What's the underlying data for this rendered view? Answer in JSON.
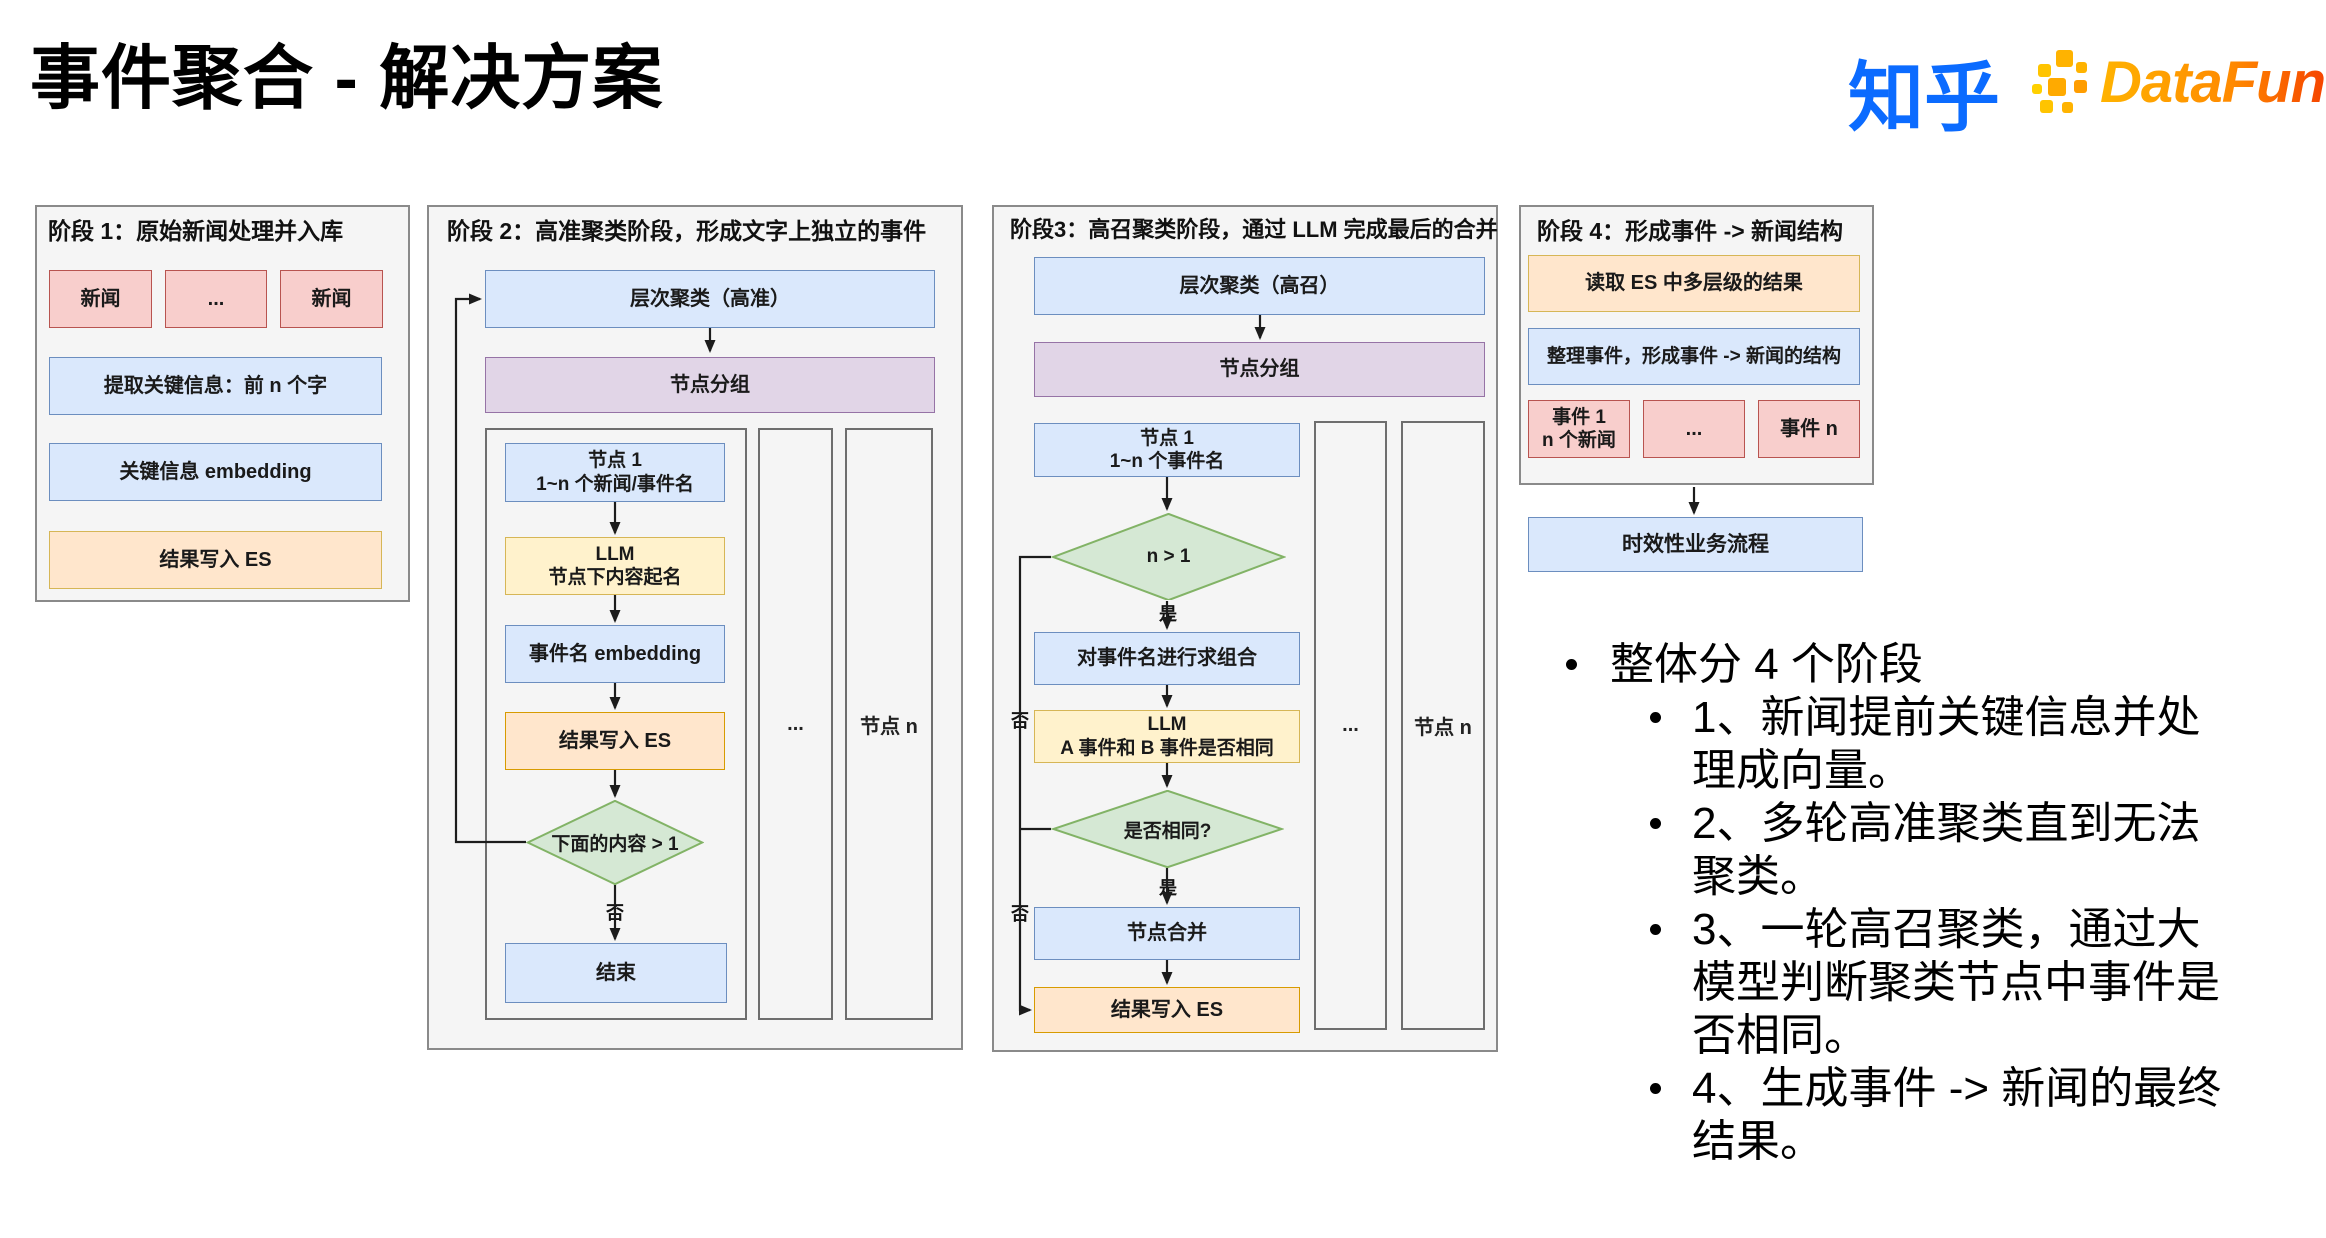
{
  "slide": {
    "title": "事件聚合 - 解决方案"
  },
  "logos": {
    "zhihu": "知乎",
    "datafun": "DataFun."
  },
  "palette": {
    "blue_fill": "#dae8fc",
    "blue_border": "#6c8ebf",
    "purple_fill": "#e1d5e7",
    "purple_border": "#9673a6",
    "green_fill": "#d5e8d4",
    "green_border": "#82b366",
    "yellow_fill": "#fff2cc",
    "yellow_border": "#d6b656",
    "orange_fill": "#ffe6cc",
    "orange_border": "#d79b00",
    "red_fill": "#f8cecc",
    "red_border": "#b85450",
    "panel_fill": "#f5f5f5",
    "zhihu_blue": "#0b6bff",
    "datafun_orange": "#ff9100"
  },
  "stage1": {
    "title": "阶段 1：原始新闻处理并入库",
    "news_a": "新闻",
    "dots": "...",
    "news_b": "新闻",
    "extract": "提取关键信息：前 n 个字",
    "embedding": "关键信息 embedding",
    "write_es": "结果写入 ES"
  },
  "stage2": {
    "title": "阶段 2：高准聚类阶段，形成文字上独立的事件",
    "cluster": "层次聚类（高准）",
    "grouping": "节点分组",
    "node1_line1": "节点 1",
    "node1_line2": "1~n 个新闻/事件名",
    "llm_line1": "LLM",
    "llm_line2": "节点下内容起名",
    "embedding": "事件名 embedding",
    "write_es": "结果写入 ES",
    "decision": "下面的内容 > 1",
    "label_no": "否",
    "end": "结束",
    "dots": "...",
    "node_n": "节点 n"
  },
  "stage3": {
    "title": "阶段3：高召聚类阶段，通过 LLM 完成最后的合并",
    "cluster": "层次聚类（高召）",
    "grouping": "节点分组",
    "node1_line1": "节点 1",
    "node1_line2": "1~n 个事件名",
    "decision1": "n > 1",
    "label_yes": "是",
    "label_no": "否",
    "combine": "对事件名进行求组合",
    "llm_line1": "LLM",
    "llm_line2": "A 事件和 B 事件是否相同",
    "decision2": "是否相同?",
    "merge": "节点合并",
    "write_es": "结果写入 ES",
    "dots": "...",
    "node_n": "节点 n"
  },
  "stage4": {
    "title": "阶段 4：形成事件 -> 新闻结构",
    "read_es": "读取 ES 中多层级的结果",
    "organize": "整理事件，形成事件 -> 新闻的结构",
    "event1_line1": "事件 1",
    "event1_line2": "n 个新闻",
    "dots": "...",
    "event_n": "事件 n",
    "downstream": "时效性业务流程"
  },
  "notes": {
    "heading": "整体分 4 个阶段",
    "items": [
      "1、新闻提前关键信息并处理成向量。",
      "2、多轮高准聚类直到无法聚类。",
      "3、一轮高召聚类，通过大模型判断聚类节点中事件是否相同。",
      "4、生成事件 -> 新闻的最终结果。"
    ]
  }
}
